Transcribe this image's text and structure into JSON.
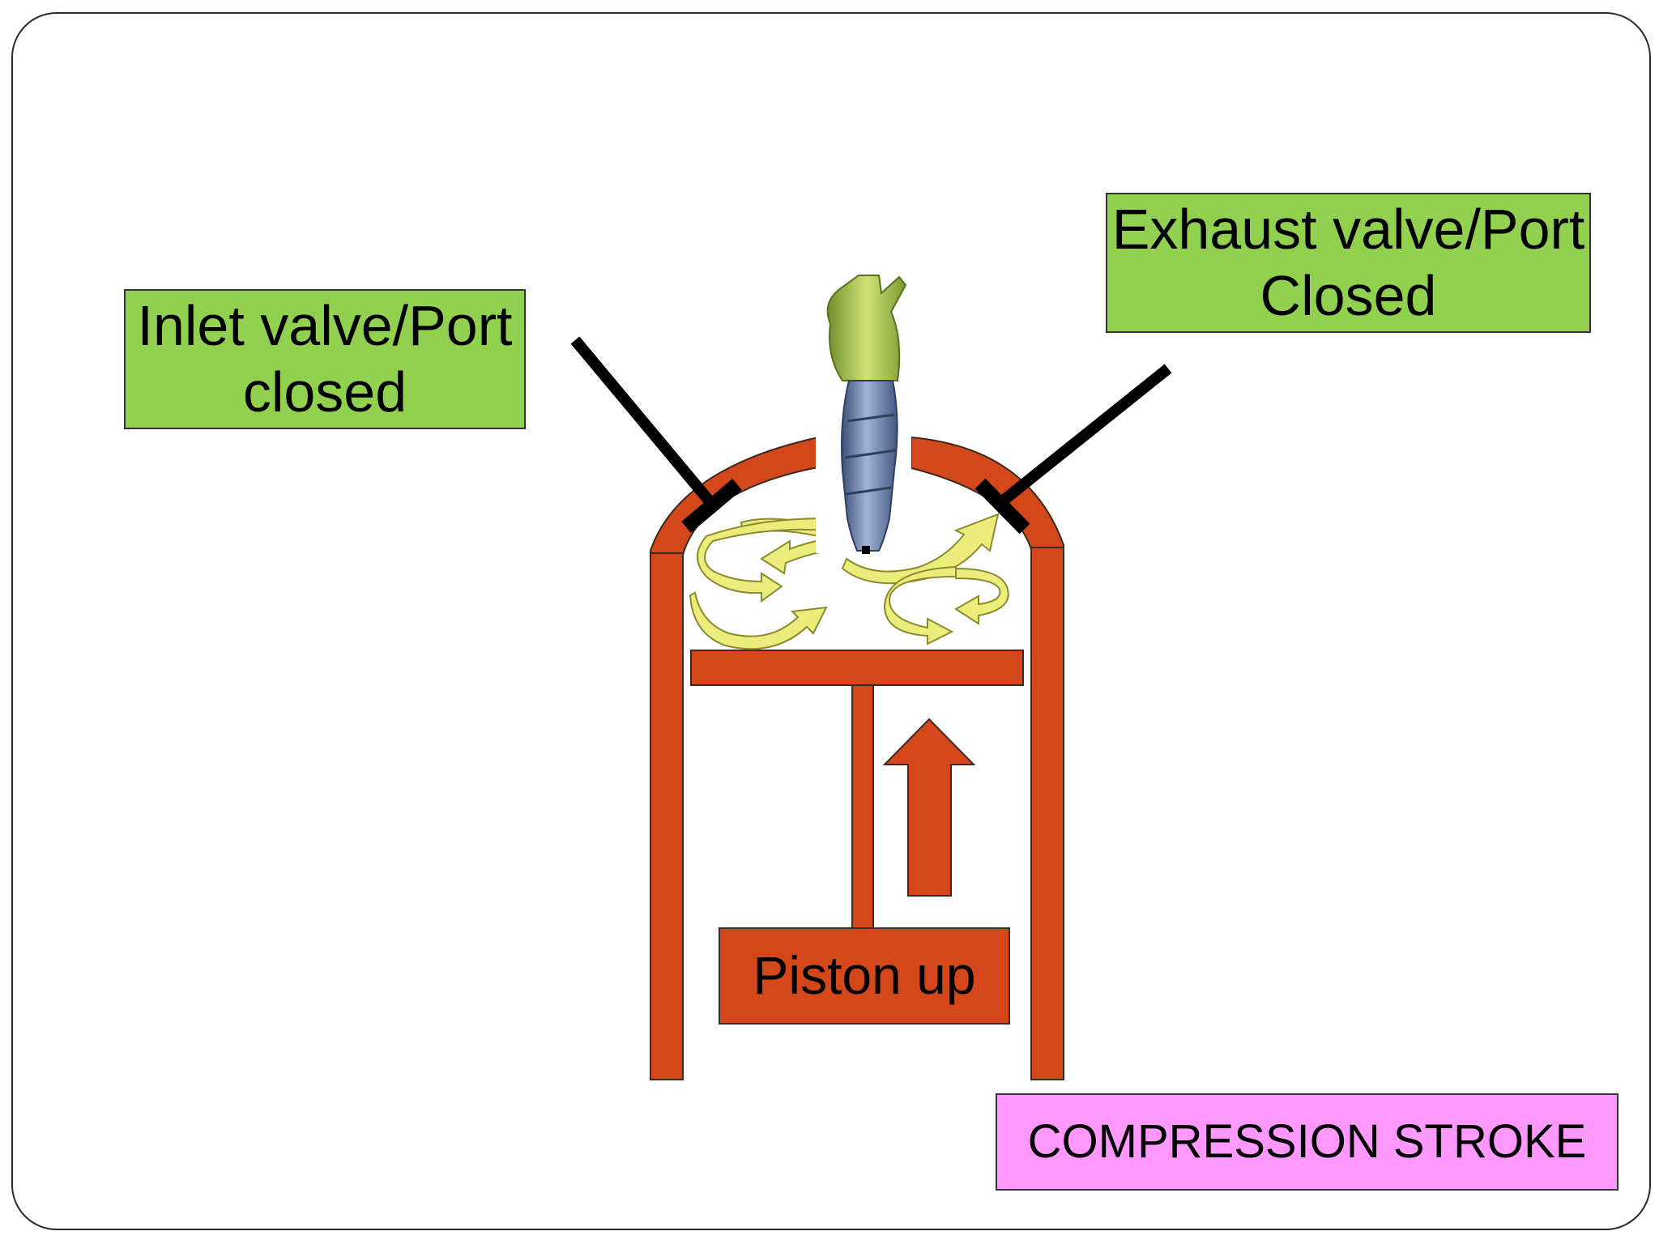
{
  "labels": {
    "inlet_line1": "Inlet valve/Port",
    "inlet_line2": "closed",
    "exhaust_line1": "Exhaust valve/Port",
    "exhaust_line2": "Closed",
    "piston": "Piston up",
    "stroke": "COMPRESSION STROKE"
  },
  "colors": {
    "cylinder": "#d4471b",
    "valve_label": "#92d050",
    "stroke_label": "#ff99ff",
    "swirl_arrow": "#ecec7a",
    "valve": "#000000",
    "injector_body": "#6f86b0",
    "injector_tip": "#a8c840"
  },
  "icons": {
    "injector": "fuel-injector-icon",
    "direction": "arrow-up-icon",
    "swirl": "swirl-arrow-icon"
  }
}
